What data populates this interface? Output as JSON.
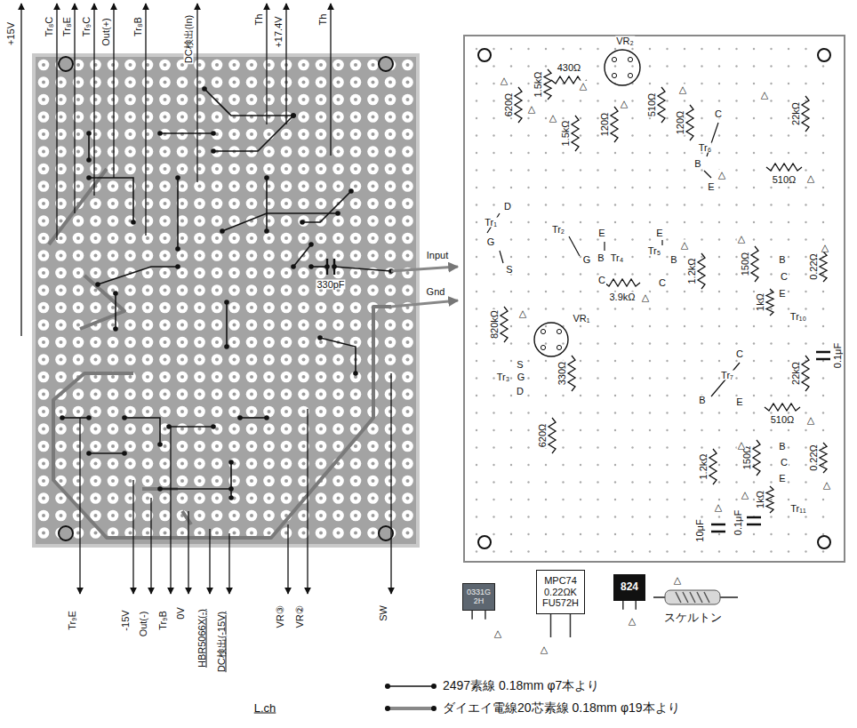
{
  "diagram": {
    "nodes": [
      {
        "text": [
          "0331G 2H"
        ]
      },
      {
        "text": [
          "MPC74",
          "0.22ΩK",
          "FU572H"
        ]
      },
      {
        "text": [
          "824"
        ]
      }
    ],
    "labels": [
      "+15V",
      "Tr₈C",
      "Tr₈E",
      "Tr₉C",
      "Out(+)",
      "Tr₈B",
      "DC検出(In)",
      "Th",
      "+17.4V",
      "Th",
      "330pF",
      "Input",
      "Gnd",
      "Tr₉E",
      "-15V",
      "Out(-)",
      "Tr₉B",
      "0V",
      "HBR5066X(-)",
      "DC検出(-15V)",
      "VR③",
      "VR②",
      "SW",
      "L.ch",
      "620Ω",
      "1.5kΩ",
      "430Ω",
      "VR₂",
      "1.5kΩ",
      "120Ω",
      "510Ω",
      "120Ω",
      "C",
      "Tr₆",
      "B",
      "E",
      "22kΩ",
      "510Ω",
      "Tr₁",
      "D",
      "G",
      "S",
      "Tr₂",
      "G",
      "E",
      "B",
      "Tr₄",
      "C",
      "E",
      "Tr₅",
      "B",
      "C",
      "1.2kΩ",
      "150Ω",
      "1kΩ",
      "B",
      "C",
      "E",
      "0.22Ω",
      "Tr₁₀",
      "3.9kΩ",
      "820kΩ",
      "VR₁",
      "S",
      "Tr₃",
      "G",
      "D",
      "330Ω",
      "620Ω",
      "C",
      "Tr₇",
      "B",
      "E",
      "22kΩ",
      "0.1μF",
      "510Ω",
      "1.2kΩ",
      "150Ω",
      "1kΩ",
      "B",
      "C",
      "E",
      "0.22Ω",
      "Tr₁₁",
      "10μF",
      "0.1μF",
      "△",
      "△",
      "△",
      "△",
      "△",
      "△",
      "△",
      "△",
      "△",
      "△",
      "△",
      "△",
      "△",
      "△",
      "△",
      "△",
      "△",
      "△",
      "△",
      "△",
      "△",
      "△",
      "△",
      "スケルトン"
    ],
    "legend": [
      {
        "text": "2497素線 0.18mm φ7本より"
      },
      {
        "text": "ダイエイ電線20芯素線 0.18mm φ19本より"
      }
    ]
  }
}
